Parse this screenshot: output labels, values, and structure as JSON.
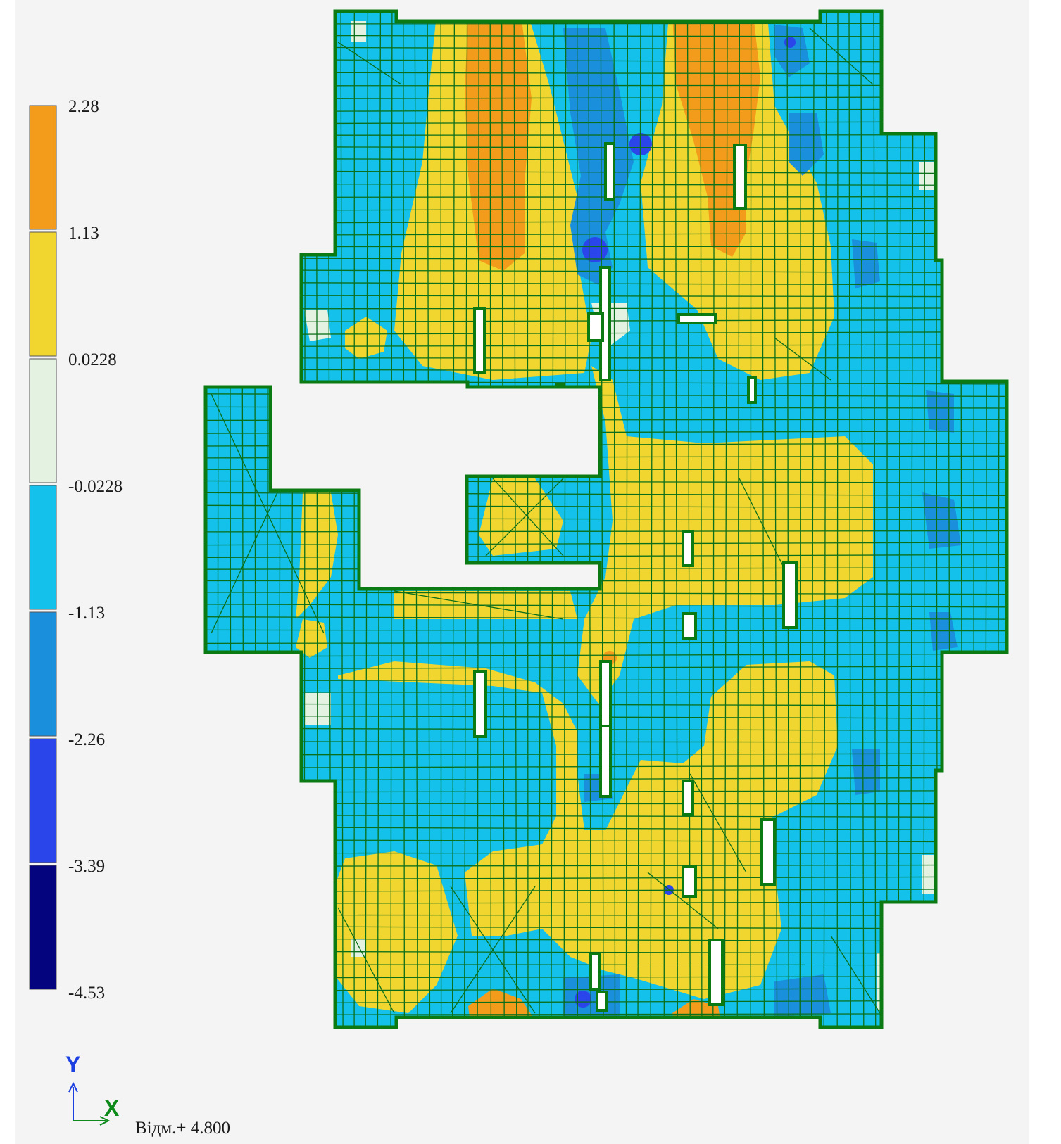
{
  "legend": {
    "ticks": [
      "2.28",
      "1.13",
      "0.0228",
      "-0.0228",
      "-1.13",
      "-2.26",
      "-3.39",
      "-4.53"
    ],
    "bands": [
      {
        "color": "#f39c1b",
        "range": [
          "1.13",
          "2.28"
        ]
      },
      {
        "color": "#f2d630",
        "range": [
          "0.0228",
          "1.13"
        ]
      },
      {
        "color": "#e4f3e1",
        "range": [
          "-0.0228",
          "0.0228"
        ]
      },
      {
        "color": "#13c1ea",
        "range": [
          "-1.13",
          "-0.0228"
        ]
      },
      {
        "color": "#1a8fdc",
        "range": [
          "-2.26",
          "-1.13"
        ]
      },
      {
        "color": "#2a45ea",
        "range": [
          "-3.39",
          "-2.26"
        ]
      },
      {
        "color": "#03047e",
        "range": [
          "-4.53",
          "-3.39"
        ]
      }
    ]
  },
  "axes": {
    "y_label": "Y",
    "x_label": "X",
    "y_color": "#1b3fe0",
    "x_color": "#0d8a1a"
  },
  "elevation_label": "Відм.+ 4.800",
  "colors": {
    "mesh_line": "#0b6e1a",
    "outline": "#0b7a12",
    "background": "#f4f4f4",
    "opening_fill": "#ffffff"
  }
}
